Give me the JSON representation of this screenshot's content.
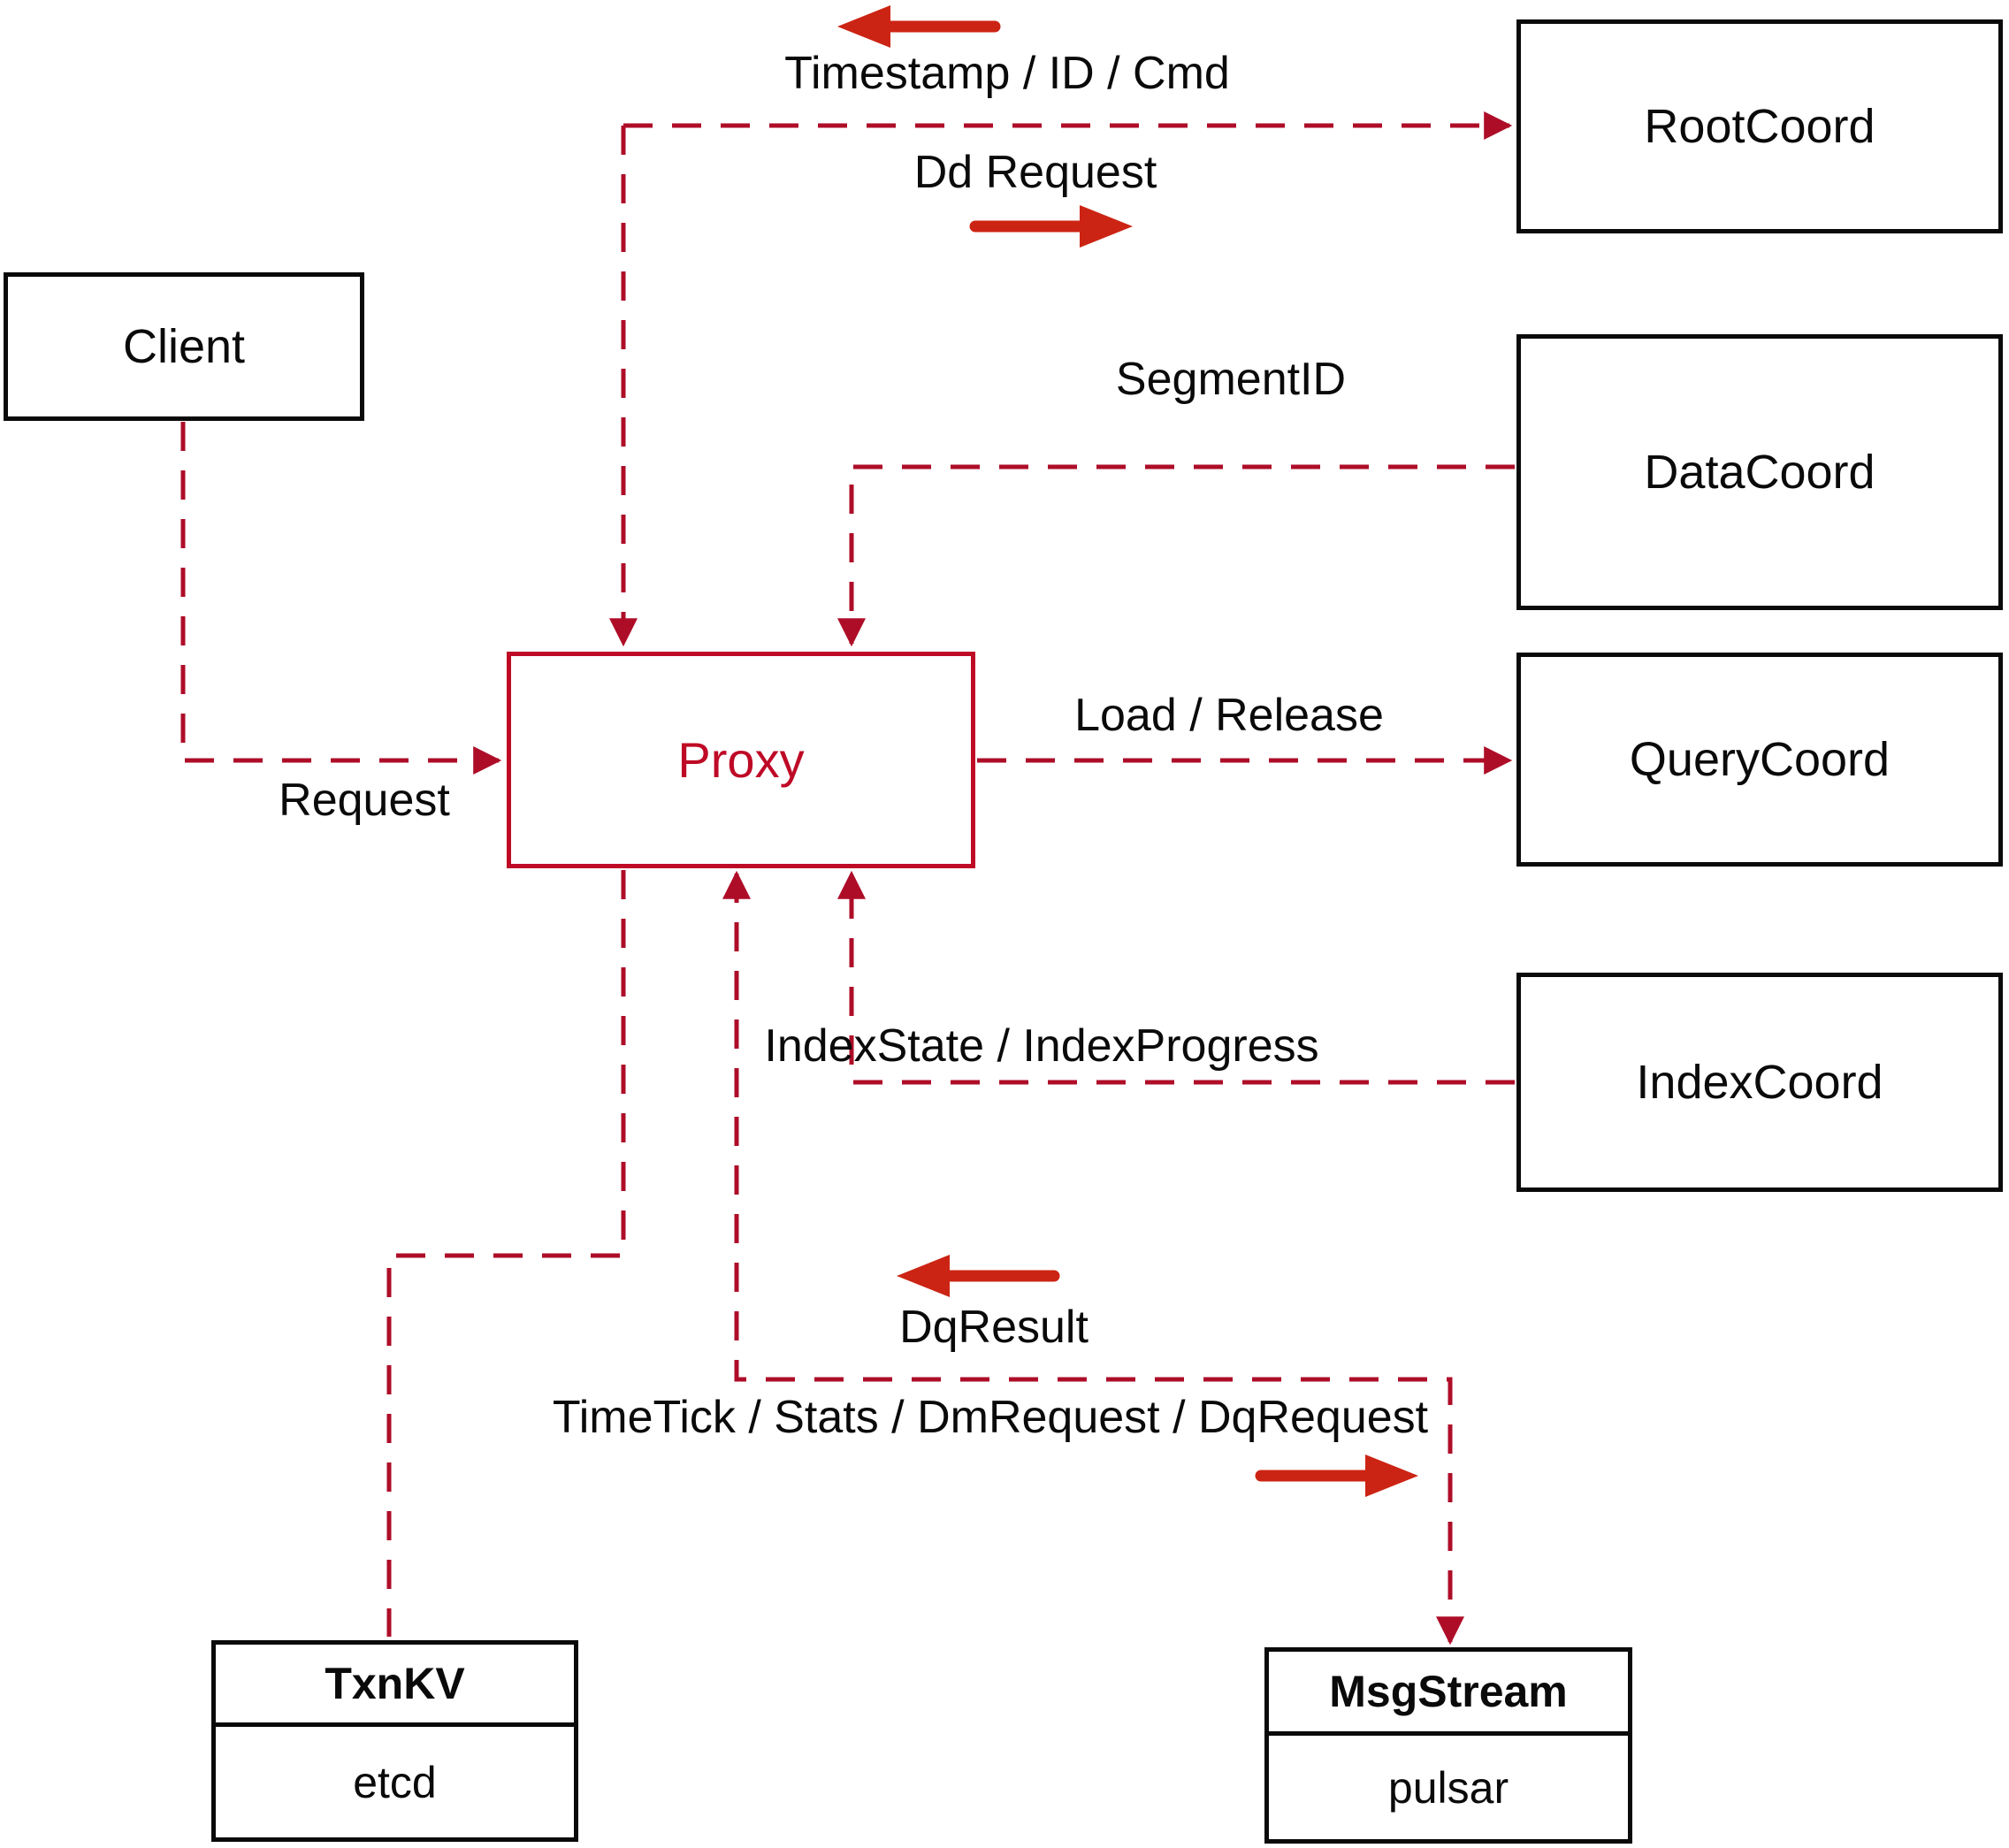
{
  "colors": {
    "line": "#ae0d28",
    "accent": "#be0a26",
    "arrow": "#cc2414",
    "box_border": "#0a0a0a",
    "text": "#0a0a0a",
    "background": "#ffffff"
  },
  "nodes": {
    "client": {
      "label": "Client"
    },
    "proxy": {
      "label": "Proxy"
    },
    "rootcoord": {
      "label": "RootCoord"
    },
    "datacoord": {
      "label": "DataCoord"
    },
    "querycoord": {
      "label": "QueryCoord"
    },
    "indexcoord": {
      "label": "IndexCoord"
    },
    "txnkv": {
      "title": "TxnKV",
      "sublabel": "etcd"
    },
    "msgstream": {
      "title": "MsgStream",
      "sublabel": "pulsar"
    }
  },
  "edge_labels": {
    "timestamp": "Timestamp / ID / Cmd",
    "dd_request": "Dd Request",
    "segment_id": "SegmentID",
    "load_release": "Load / Release",
    "request": "Request",
    "index_state": "IndexState / IndexProgress",
    "dq_result": "DqResult",
    "time_tick": "TimeTick / Stats / DmRequest / DqRequest"
  }
}
